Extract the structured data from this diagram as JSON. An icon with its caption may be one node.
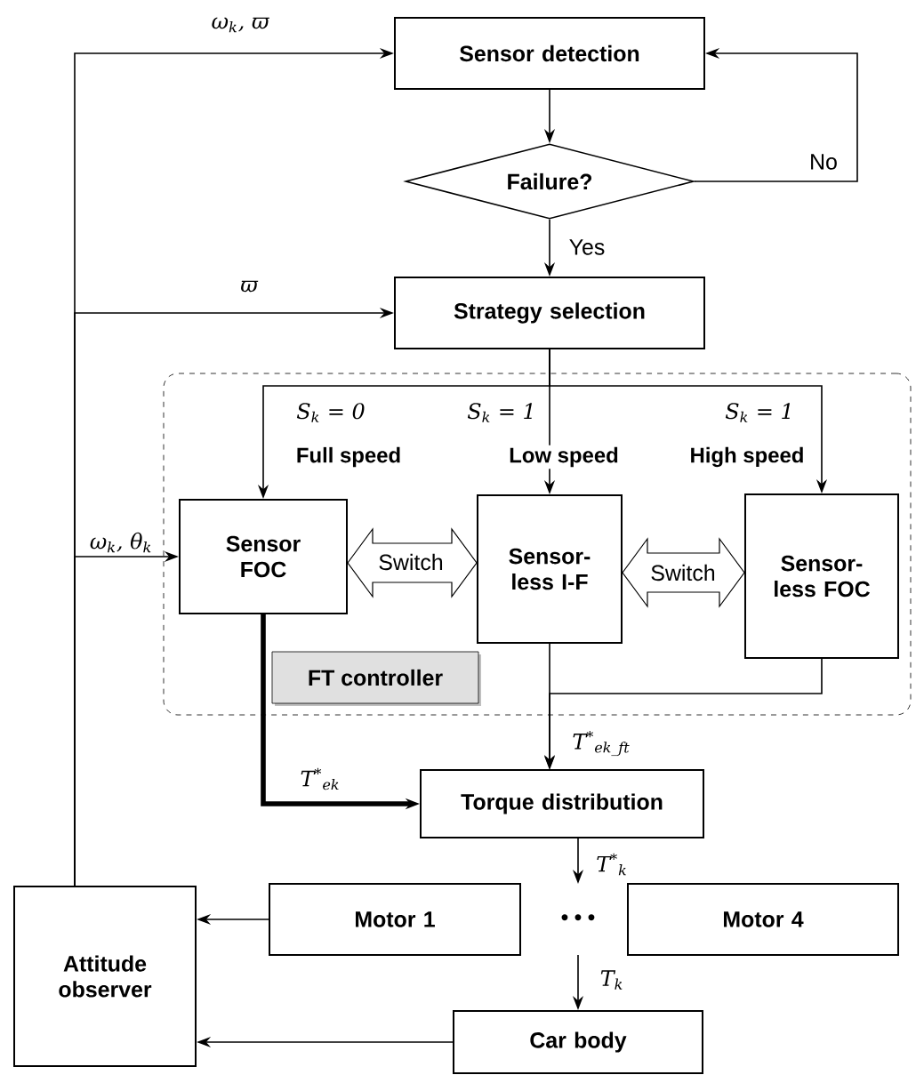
{
  "diagram": {
    "nodes": [
      {
        "text": [
          "Sensor detection"
        ]
      },
      {
        "text": [
          "Failure?"
        ]
      },
      {
        "text": [
          "Strategy selection"
        ]
      },
      {
        "text": [],
        "shape": "box"
      },
      {
        "text": [
          "Sensor FOC"
        ],
        "in": 3
      },
      {
        "text": [
          "Sensor-less I-F"
        ],
        "in": 3
      },
      {
        "text": [
          "Sensor-less FOC"
        ],
        "in": 3
      },
      {
        "text": [
          "FT controller"
        ],
        "in": 3
      },
      {
        "text": [
          "Torque distribution"
        ]
      },
      {
        "text": [
          "Motor 1"
        ]
      },
      {
        "text": [
          "Motor 4"
        ]
      },
      {
        "text": [
          "Attitude observer"
        ]
      },
      {
        "text": [
          "Car body"
        ]
      }
    ],
    "edges": [
      {
        "from": 0,
        "to": 1,
        "arrow": "to"
      },
      {
        "from": 1,
        "to": 0,
        "arrow": "to",
        "label": "No"
      },
      {
        "from": 1,
        "to": 2,
        "arrow": "to",
        "label": "Yes"
      },
      {
        "from": 11,
        "to": 0,
        "arrow": "to",
        "label": "ω$_{k}$, ϖ"
      },
      {
        "from": 11,
        "to": 2,
        "arrow": "to",
        "label": "ϖ"
      },
      {
        "from": 11,
        "to": 4,
        "arrow": "to",
        "label": "ω$_{k}$, θ$_{k}$"
      },
      {
        "from": 2,
        "to": 4,
        "arrow": "to",
        "label": "S$_{k}$ = 0"
      },
      {
        "from": 2,
        "to": 5,
        "arrow": "to",
        "label": "S$_{k}$ = 1"
      },
      {
        "from": 2,
        "to": 6,
        "arrow": "to",
        "label": "S$_{k}$ = 1"
      },
      {
        "from": 4,
        "to": 5,
        "arrow": "both",
        "label": "Switch"
      },
      {
        "from": 5,
        "to": 6,
        "arrow": "both",
        "label": "Switch"
      },
      {
        "from": 4,
        "to": 8,
        "arrow": "to",
        "style": "thick",
        "label": "T$^{*}$$_{ek}$"
      },
      {
        "from": 5,
        "to": 8,
        "arrow": "to",
        "label": "T$^{*}$$_{ek_ft}$"
      },
      {
        "from": 6,
        "to": 8,
        "arrow": "to"
      },
      {
        "from": 8,
        "to": null,
        "arrow": "to",
        "label": "T$^{*}$$_{k}$"
      },
      {
        "from": null,
        "to": 12,
        "arrow": "to",
        "label": "T$_{k}$"
      },
      {
        "from": 9,
        "to": 11,
        "arrow": "to"
      },
      {
        "from": 12,
        "to": 11,
        "arrow": "to"
      }
    ],
    "labels": [
      "Full speed",
      "Low speed",
      "High speed",
      "• • •"
    ]
  }
}
